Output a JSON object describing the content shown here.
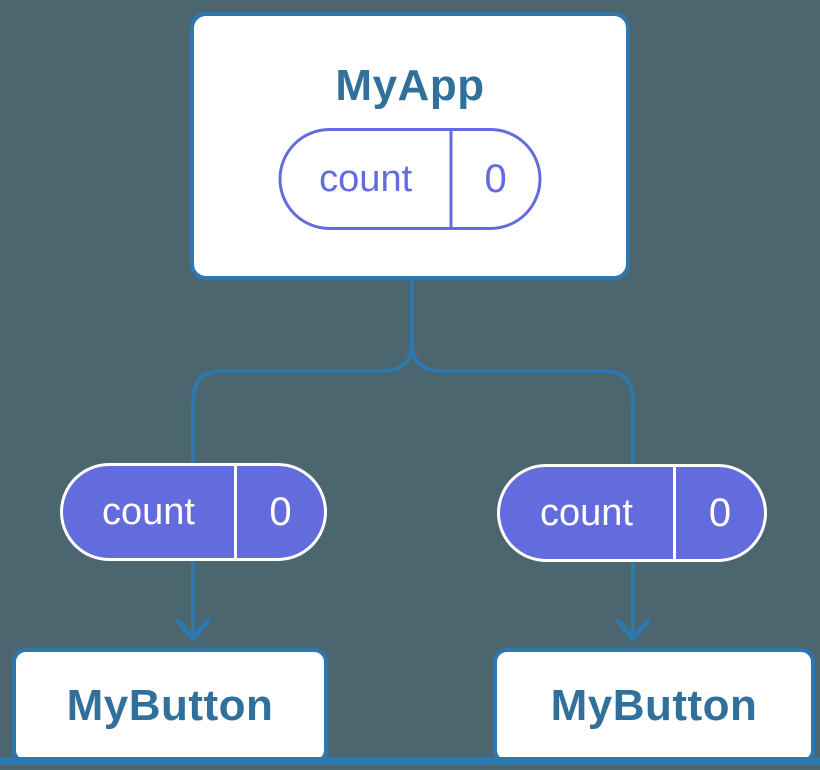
{
  "colors": {
    "background": "#4C6670",
    "line": "#2E78B0",
    "heading_text": "#30709B",
    "purple": "#636CDC",
    "card_bg": "#FFFFFF"
  },
  "root_card": {
    "title": "MyApp",
    "pill": {
      "label": "count",
      "value": "0"
    }
  },
  "child_cards": [
    {
      "title": "MyButton",
      "pill": {
        "label": "count",
        "value": "0"
      }
    },
    {
      "title": "MyButton",
      "pill": {
        "label": "count",
        "value": "0"
      }
    }
  ]
}
